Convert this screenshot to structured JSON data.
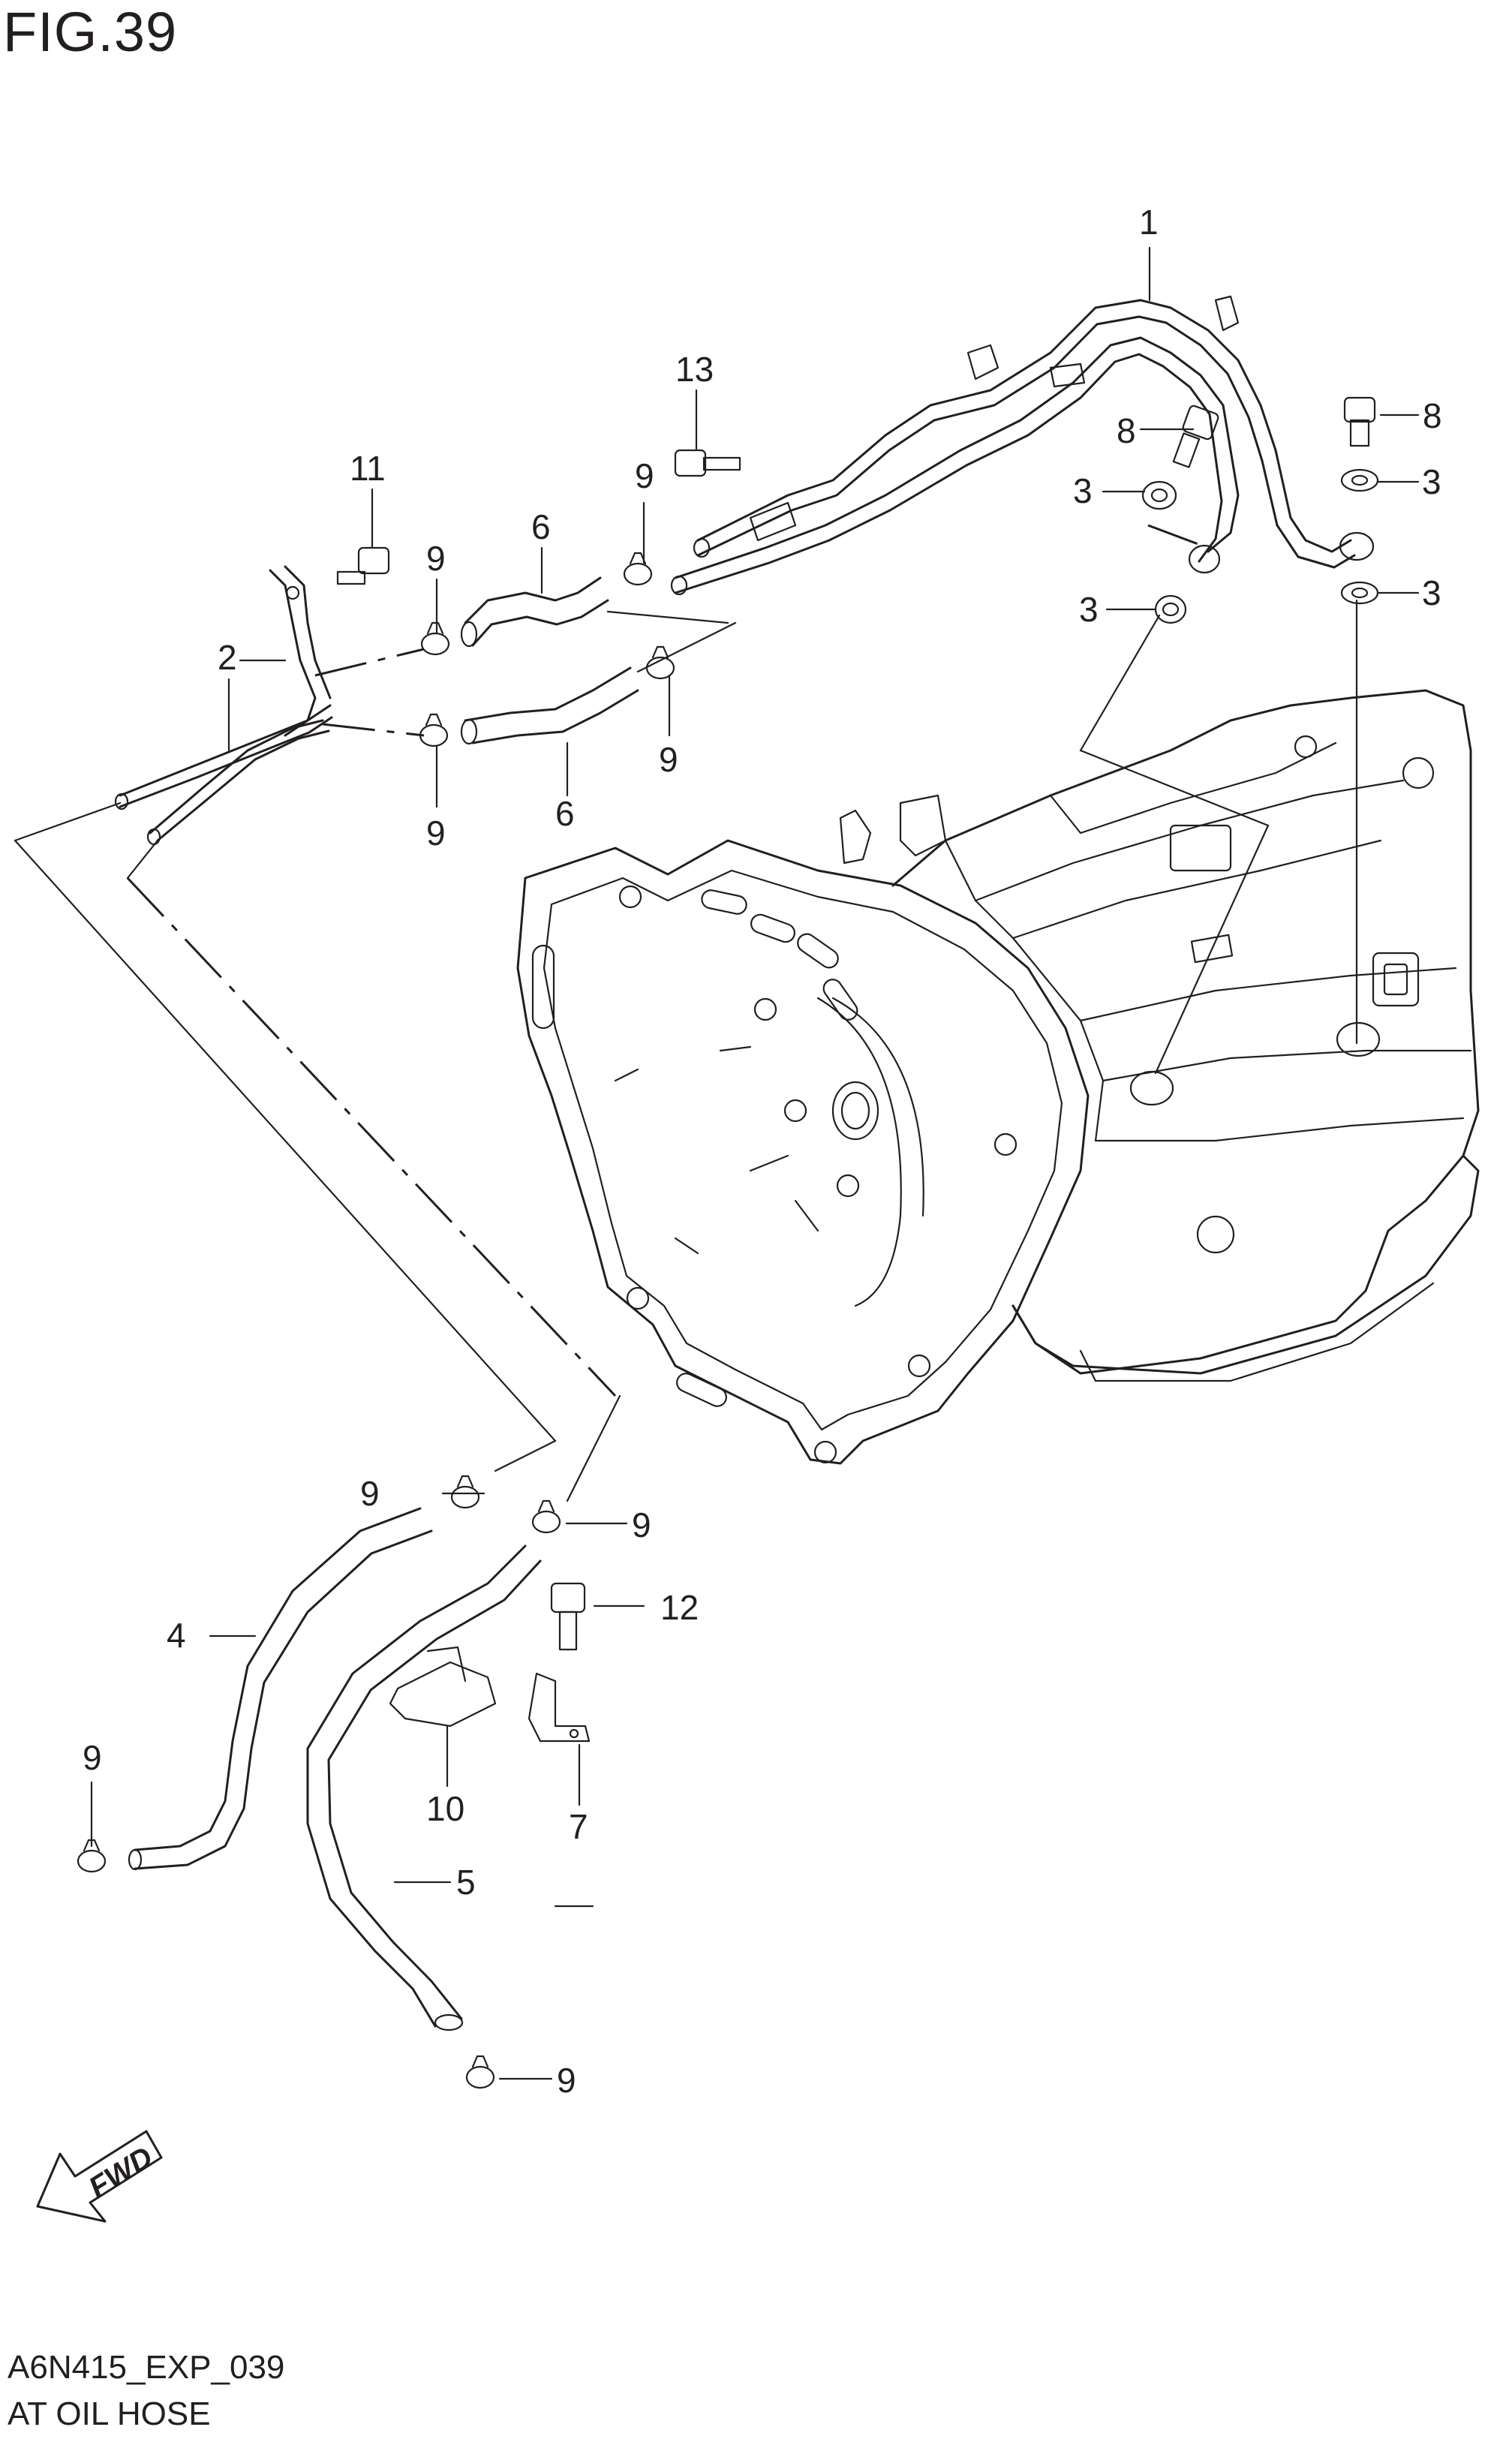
{
  "figure": {
    "title": "FIG.39",
    "drawing_code": "A6N415_EXP_039",
    "diagram_title": "AT OIL HOSE"
  },
  "fwd_label": "FWD",
  "callouts": [
    {
      "id": "c1",
      "label": "1"
    },
    {
      "id": "c2",
      "label": "2"
    },
    {
      "id": "c3a",
      "label": "3"
    },
    {
      "id": "c3b",
      "label": "3"
    },
    {
      "id": "c3c",
      "label": "3"
    },
    {
      "id": "c3d",
      "label": "3"
    },
    {
      "id": "c4",
      "label": "4"
    },
    {
      "id": "c5",
      "label": "5"
    },
    {
      "id": "c6a",
      "label": "6"
    },
    {
      "id": "c6b",
      "label": "6"
    },
    {
      "id": "c7",
      "label": "7"
    },
    {
      "id": "c8a",
      "label": "8"
    },
    {
      "id": "c8b",
      "label": "8"
    },
    {
      "id": "c9a",
      "label": "9"
    },
    {
      "id": "c9b",
      "label": "9"
    },
    {
      "id": "c9c",
      "label": "9"
    },
    {
      "id": "c9d",
      "label": "9"
    },
    {
      "id": "c9e",
      "label": "9"
    },
    {
      "id": "c9f",
      "label": "9"
    },
    {
      "id": "c9g",
      "label": "9"
    },
    {
      "id": "c9h",
      "label": "9"
    },
    {
      "id": "c9i",
      "label": "9"
    },
    {
      "id": "c10",
      "label": "10"
    },
    {
      "id": "c11",
      "label": "11"
    },
    {
      "id": "c12",
      "label": "12"
    },
    {
      "id": "c13",
      "label": "13"
    }
  ]
}
